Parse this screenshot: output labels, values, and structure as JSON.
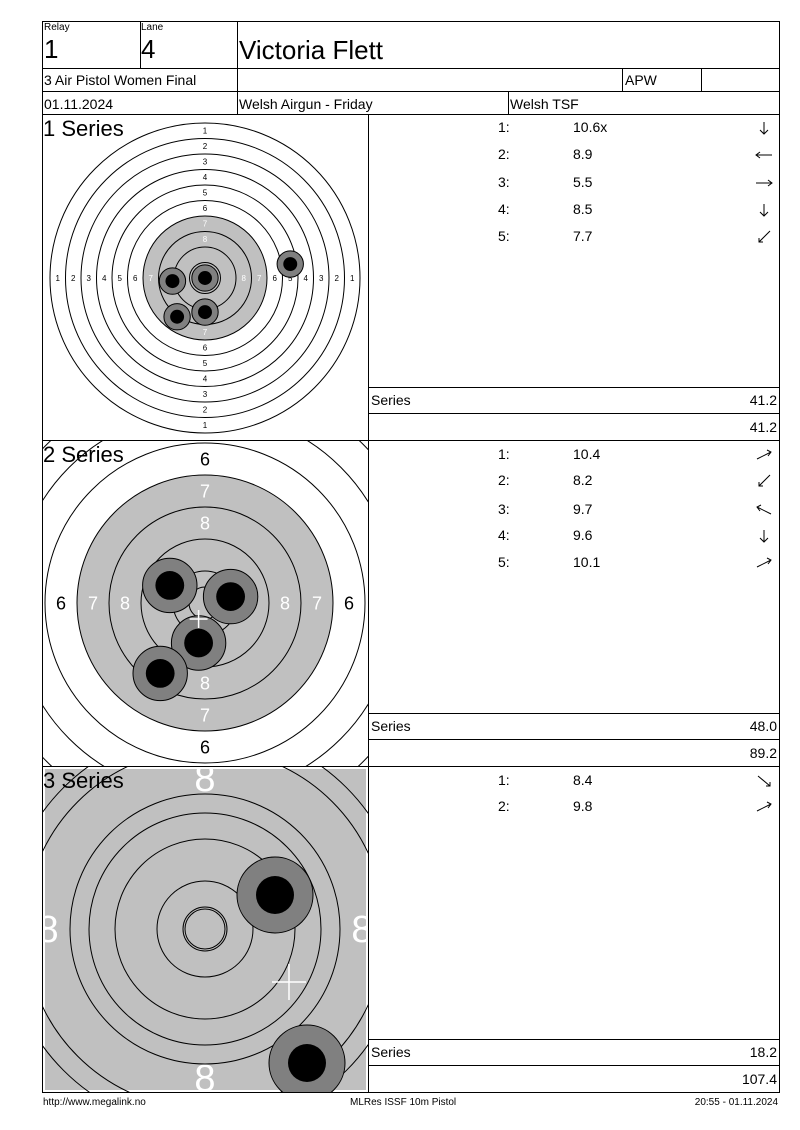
{
  "header": {
    "relay_label": "Relay",
    "relay_value": "1",
    "lane_label": "Lane",
    "lane_value": "4",
    "name": "Victoria Flett",
    "event": "3 Air Pistol Women Final",
    "class_code": "APW",
    "date": "01.11.2024",
    "competition": "Welsh Airgun - Friday",
    "club": "Welsh TSF"
  },
  "series": [
    {
      "title": "1 Series",
      "shots": [
        {
          "no": "1:",
          "score": "10.6x",
          "dir": "S"
        },
        {
          "no": "2:",
          "score": "8.9",
          "dir": "W"
        },
        {
          "no": "3:",
          "score": "5.5",
          "dir": "E"
        },
        {
          "no": "4:",
          "score": "8.5",
          "dir": "S"
        },
        {
          "no": "5:",
          "score": "7.7",
          "dir": "SW"
        }
      ],
      "series_label": "Series",
      "series_total": "41.2",
      "running_total": "41.2"
    },
    {
      "title": "2 Series",
      "shots": [
        {
          "no": "1:",
          "score": "10.4",
          "dir": "NE"
        },
        {
          "no": "2:",
          "score": "8.2",
          "dir": "SW"
        },
        {
          "no": "3:",
          "score": "9.7",
          "dir": "NW"
        },
        {
          "no": "4:",
          "score": "9.6",
          "dir": "S"
        },
        {
          "no": "5:",
          "score": "10.1",
          "dir": "NE"
        }
      ],
      "series_label": "Series",
      "series_total": "48.0",
      "running_total": "89.2"
    },
    {
      "title": "3 Series",
      "shots": [
        {
          "no": "1:",
          "score": "8.4",
          "dir": "SE"
        },
        {
          "no": "2:",
          "score": "9.8",
          "dir": "NE"
        }
      ],
      "series_label": "Series",
      "series_total": "18.2",
      "running_total": "107.4"
    }
  ],
  "footer": {
    "url": "http://www.megalink.no",
    "software": "MLRes ISSF 10m Pistol",
    "timestamp": "20:55 - 01.11.2024"
  },
  "colors": {
    "black_zone": "#c0c0c0",
    "shot_ring": "#808080",
    "shot_core": "#000000"
  },
  "target_ring_numbers": [
    "1",
    "2",
    "3",
    "4",
    "5",
    "6",
    "7",
    "8"
  ]
}
